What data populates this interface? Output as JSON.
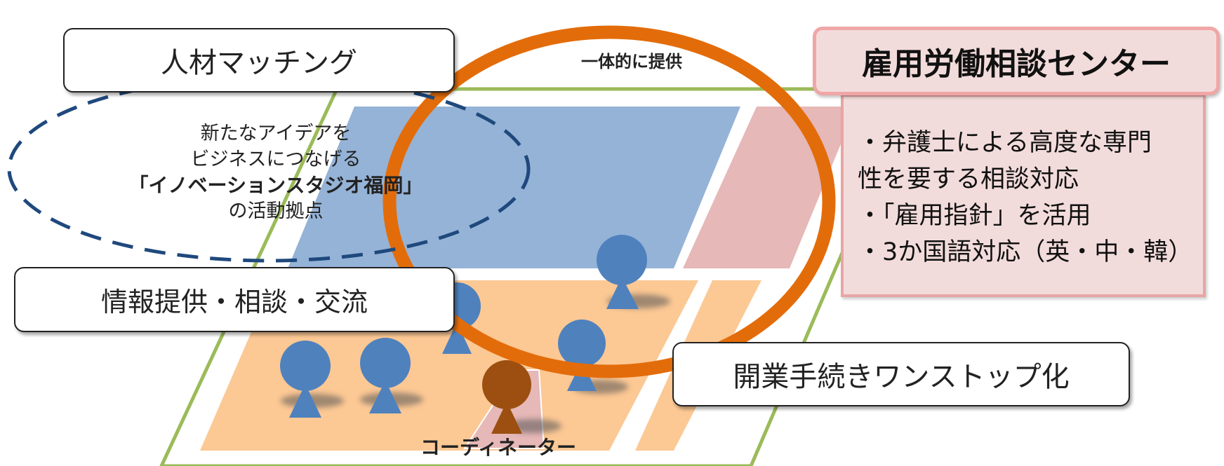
{
  "jinzai_label": "人材マッチング",
  "joho_label": "情報提供・相談・交流",
  "kaigyo_label": "開業手続きワンストップ化",
  "ittai_label": "一体的に提供",
  "ellipse_lines": {
    "l1": "新たなアイデアを",
    "l2": "ビジネスにつなげる",
    "l3": "「イノベーションスタジオ福岡」",
    "l4": "の活動拠点"
  },
  "coordinator_label": "コーディネーター",
  "center": {
    "title": "雇用労働相談センター",
    "lines": [
      "・弁護士による高度な専門",
      "性を要する相談対応",
      "・「雇用指針」を活用",
      "・3か国語対応（英・中・韓）"
    ]
  },
  "colors": {
    "blue_area": "#95b3d7",
    "orange_area": "#fcc894",
    "pink_area": "#e6b8b7",
    "person_blue": "#4f81bd",
    "person_brown": "#9c4f10",
    "ring_orange": "#e36c0a",
    "dash_navy": "#1f497d",
    "floor_line": "#9bbb59"
  }
}
